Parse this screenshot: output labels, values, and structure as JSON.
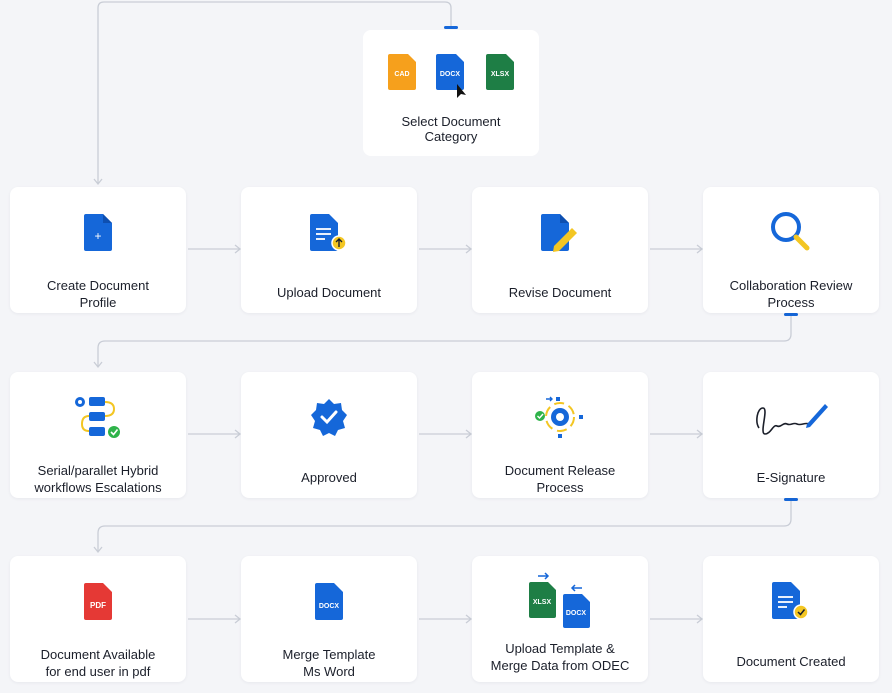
{
  "colors": {
    "blue": "#1567d9",
    "orange": "#f6a01c",
    "green": "#1e7e45",
    "red": "#e53935",
    "yellow": "#f3c623",
    "connector": "#c9cdd6"
  },
  "category_card": {
    "label": "Select Document\nCategory",
    "files": [
      {
        "text": "CAD",
        "icon": "cad-file-icon"
      },
      {
        "text": "DOCX",
        "icon": "docx-file-icon"
      },
      {
        "text": "XLSX",
        "icon": "xlsx-file-icon"
      }
    ]
  },
  "steps": [
    {
      "label": "Create Document\nProfile",
      "icon": "create-document-icon"
    },
    {
      "label": "Upload Document",
      "icon": "upload-document-icon"
    },
    {
      "label": "Revise Document",
      "icon": "revise-document-icon"
    },
    {
      "label": "Collaboration Review\nProcess",
      "icon": "search-icon"
    },
    {
      "label": "Serial/parallet Hybrid\nworkflows Escalations",
      "icon": "workflow-icon"
    },
    {
      "label": "Approved",
      "icon": "approved-badge-icon"
    },
    {
      "label": "Document Release\nProcess",
      "icon": "release-gear-icon"
    },
    {
      "label": "E-Signature",
      "icon": "signature-pen-icon"
    },
    {
      "label": "Document Available\nfor end user in pdf",
      "icon": "pdf-file-icon",
      "icon_text": "PDF"
    },
    {
      "label": "Merge Template\nMs Word",
      "icon": "docx-file-icon",
      "icon_text": "DOCX"
    },
    {
      "label": "Upload Template &\nMerge Data from ODEC",
      "icon": "xlsx-docx-merge-icon",
      "icon_text_a": "XLSX",
      "icon_text_b": "DOCX"
    },
    {
      "label": "Document Created",
      "icon": "document-check-icon"
    }
  ]
}
